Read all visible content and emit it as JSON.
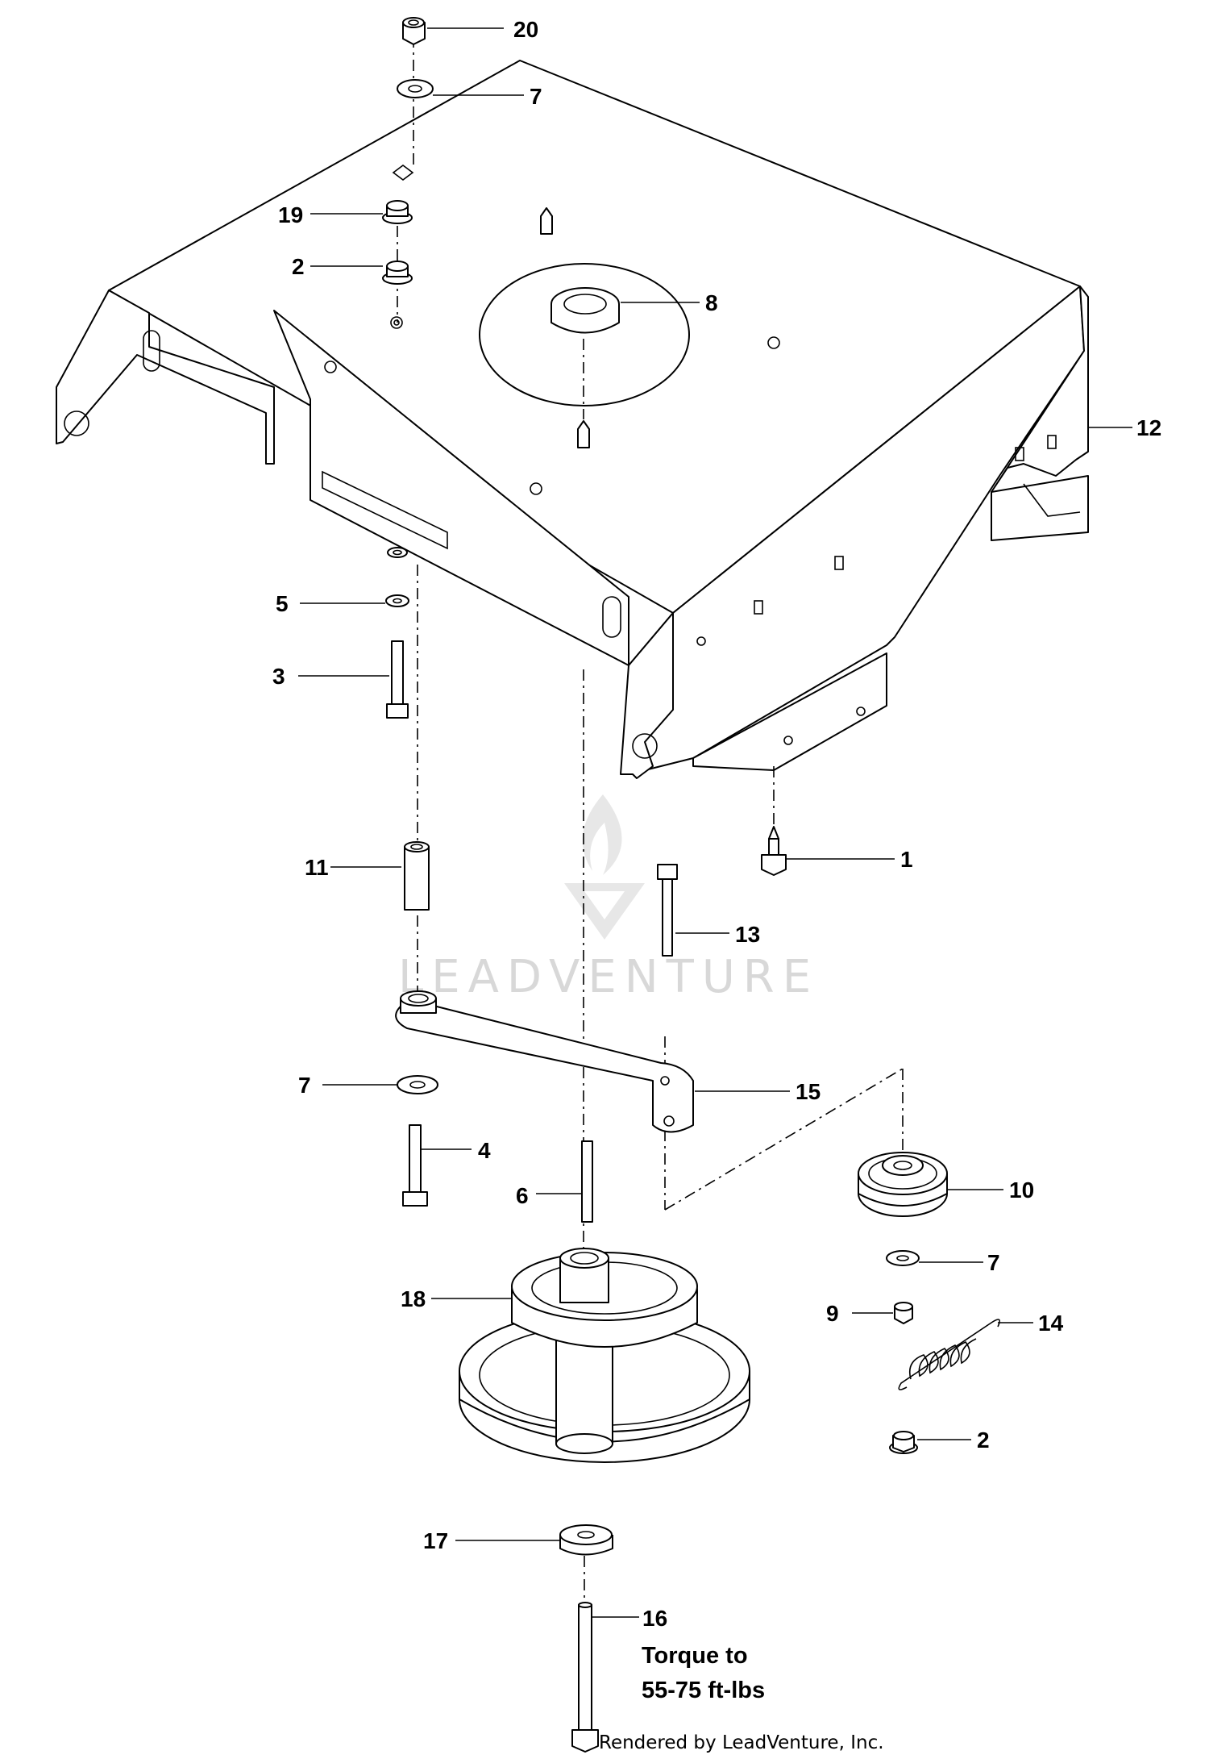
{
  "callouts": [
    {
      "id": "c20",
      "label": "20"
    },
    {
      "id": "c7a",
      "label": "7"
    },
    {
      "id": "c19",
      "label": "19"
    },
    {
      "id": "c2a",
      "label": "2"
    },
    {
      "id": "c8",
      "label": "8"
    },
    {
      "id": "c12",
      "label": "12"
    },
    {
      "id": "c5",
      "label": "5"
    },
    {
      "id": "c3",
      "label": "3"
    },
    {
      "id": "c11",
      "label": "11"
    },
    {
      "id": "c1",
      "label": "1"
    },
    {
      "id": "c13",
      "label": "13"
    },
    {
      "id": "c7b",
      "label": "7"
    },
    {
      "id": "c15",
      "label": "15"
    },
    {
      "id": "c4",
      "label": "4"
    },
    {
      "id": "c6",
      "label": "6"
    },
    {
      "id": "c10",
      "label": "10"
    },
    {
      "id": "c7c",
      "label": "7"
    },
    {
      "id": "c18",
      "label": "18"
    },
    {
      "id": "c9",
      "label": "9"
    },
    {
      "id": "c14",
      "label": "14"
    },
    {
      "id": "c2b",
      "label": "2"
    },
    {
      "id": "c17",
      "label": "17"
    },
    {
      "id": "c16",
      "label": "16"
    }
  ],
  "torque_note": {
    "line1": "Torque to",
    "line2": "55-75 ft-lbs"
  },
  "watermark": "LEADVENTURE",
  "credit": "Rendered by LeadVenture, Inc."
}
